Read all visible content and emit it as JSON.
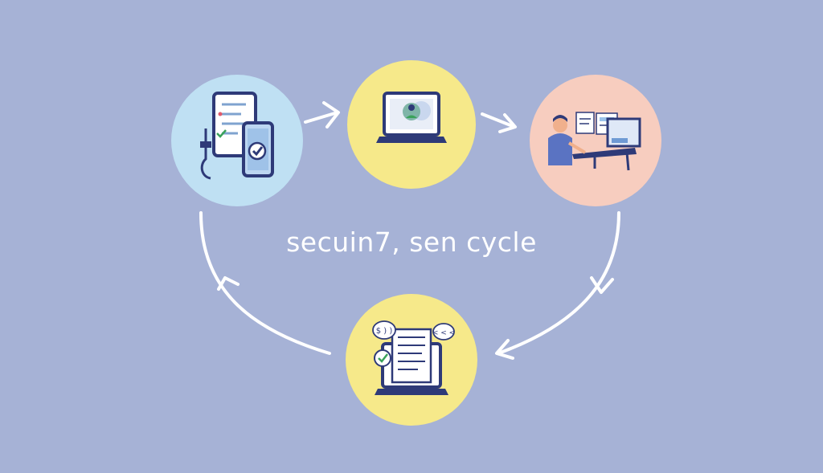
{
  "diagram": {
    "title": "secuin7, sen cycle",
    "colors": {
      "background": "#a6b2d6",
      "circle_blue": "#bfe0f3",
      "circle_yellow": "#f6e98a",
      "circle_pink": "#f7cdbf",
      "arrow": "#ffffff",
      "ink": "#2e3a78"
    },
    "nodes": [
      {
        "id": "devices",
        "icon": "tablet-phone-checklist-icon"
      },
      {
        "id": "laptop",
        "icon": "laptop-user-icon"
      },
      {
        "id": "workstation",
        "icon": "person-at-computer-icon"
      },
      {
        "id": "document",
        "icon": "document-chat-icon"
      }
    ],
    "bubbles": {
      "left": "$ ) )",
      "right": "< < <"
    }
  }
}
